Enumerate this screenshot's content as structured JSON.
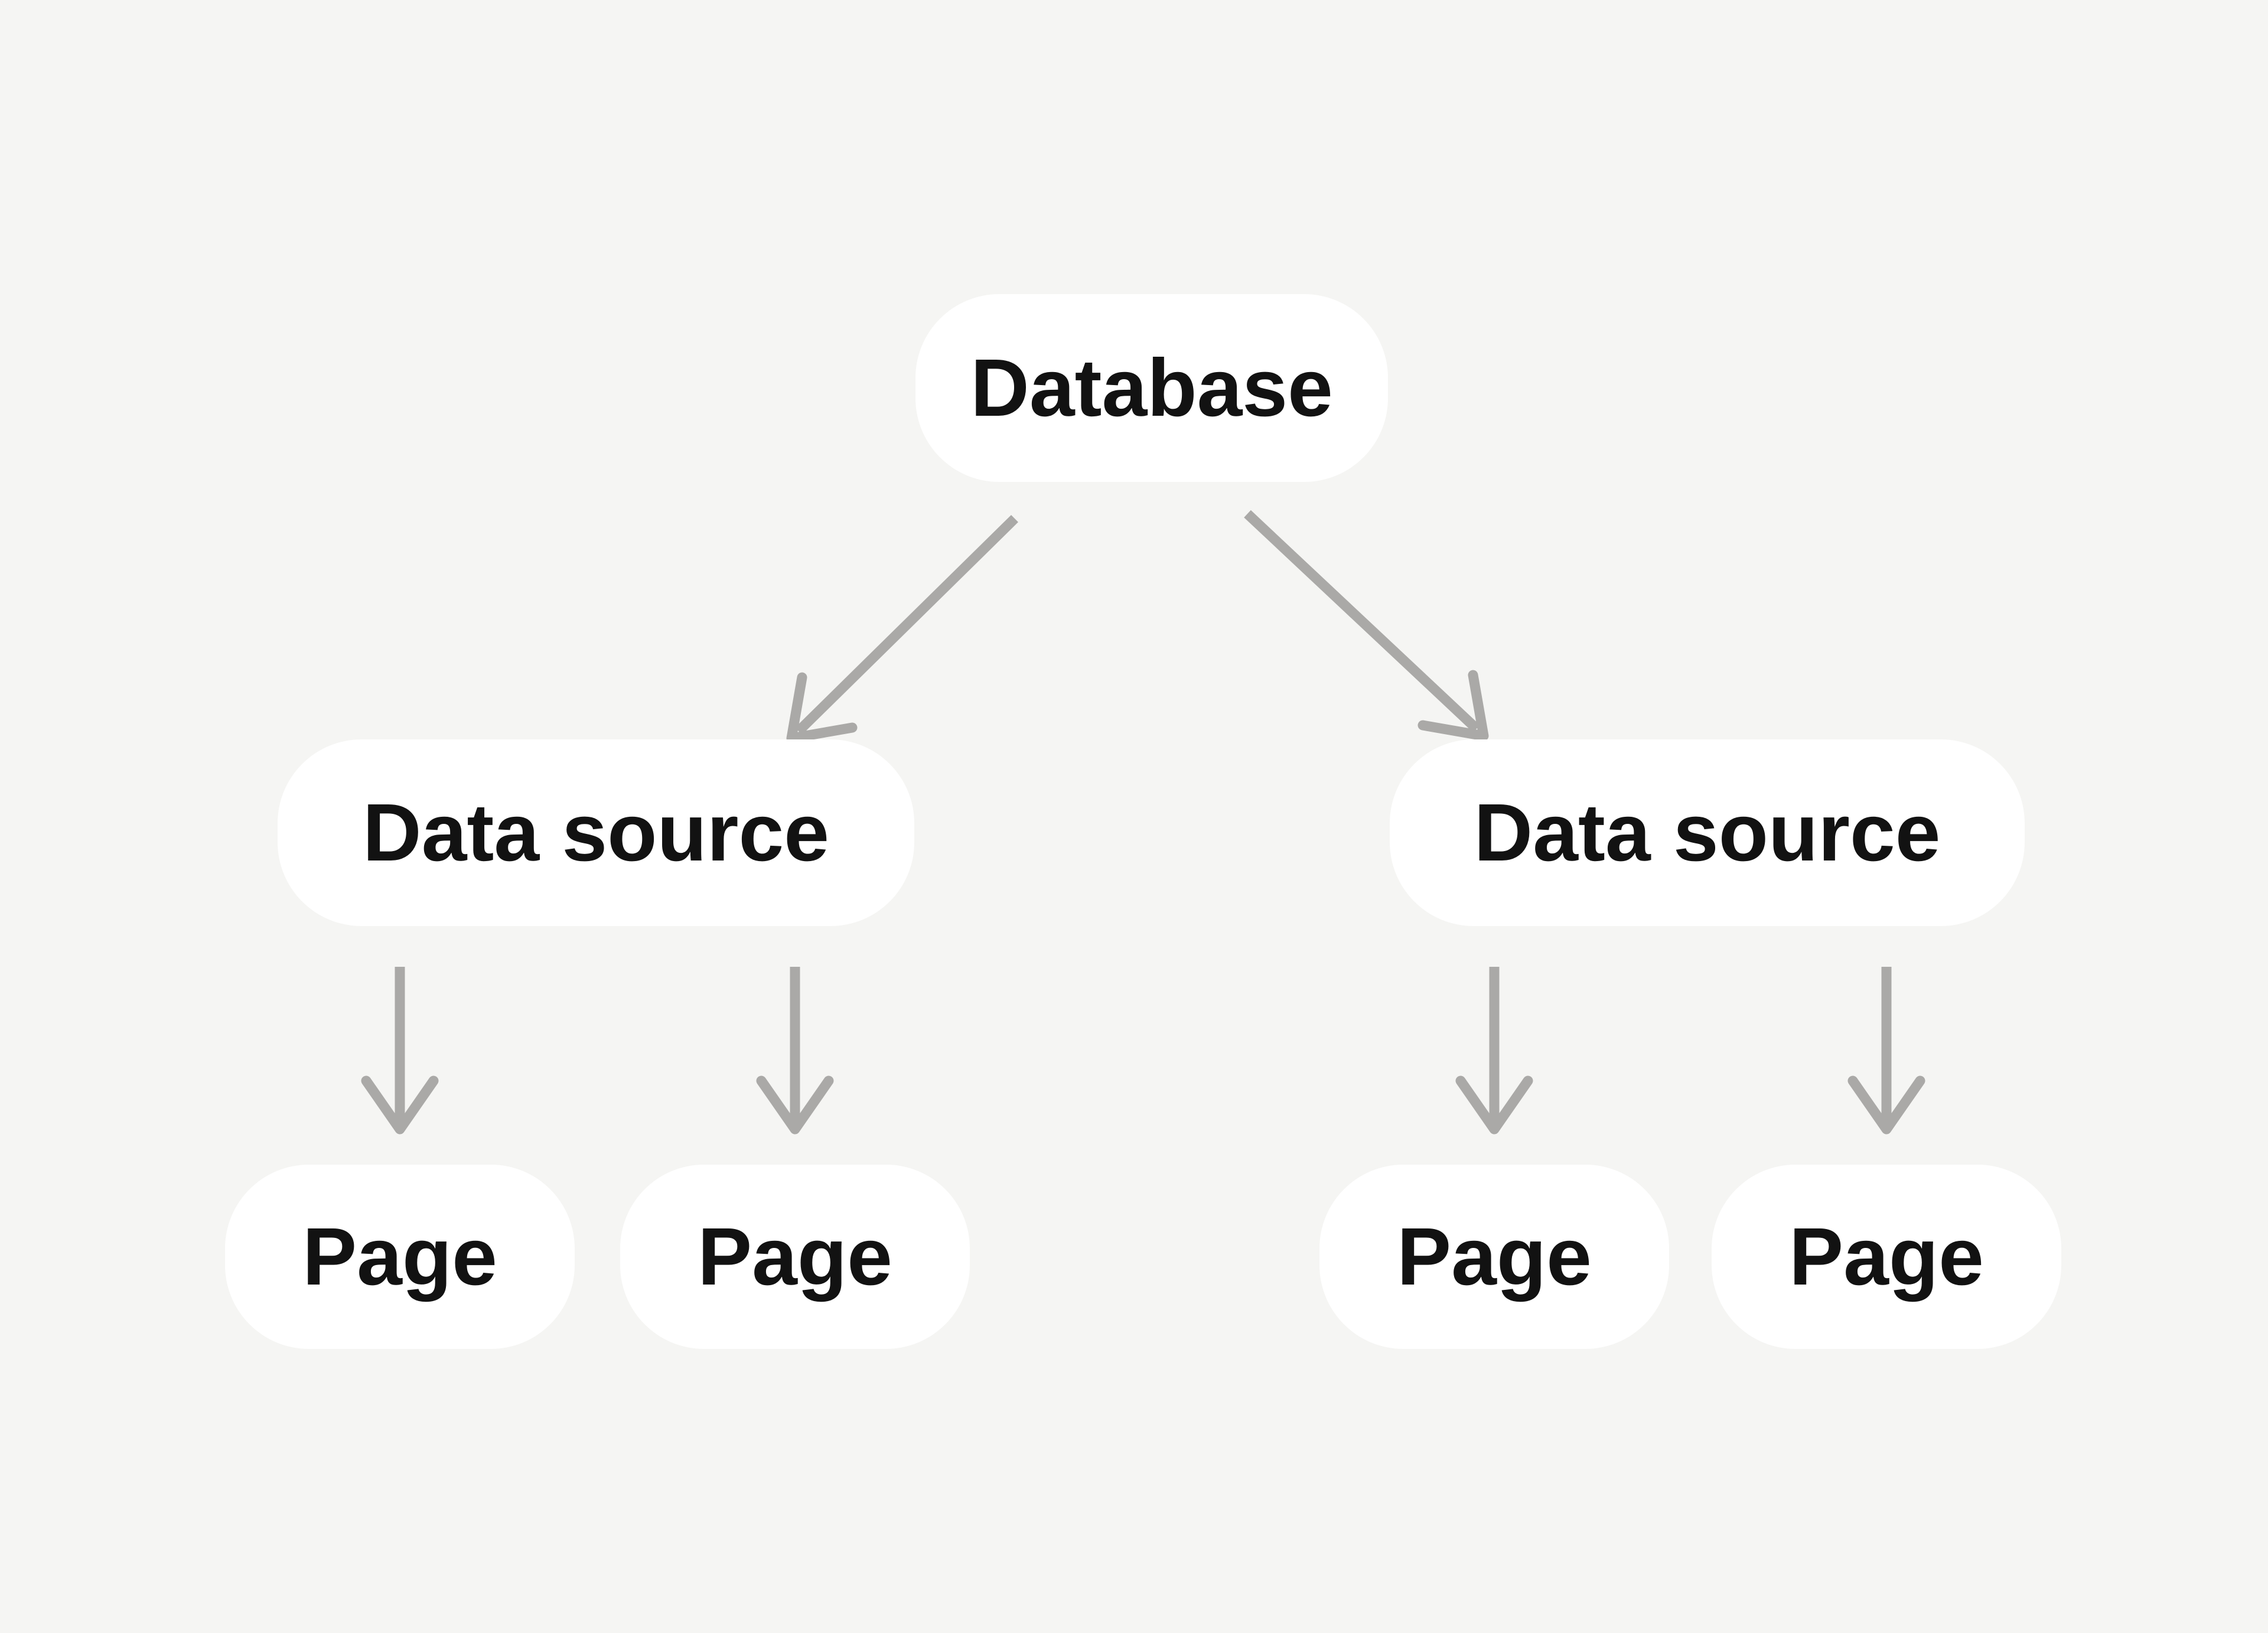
{
  "colors": {
    "background": "#f5f5f3",
    "node_fill": "#ffffff",
    "text_color": "#121212",
    "arrow_color": "#aaa9a7"
  },
  "diagram": {
    "type": "tree-hierarchy",
    "nodes": {
      "database": {
        "label": "Database"
      },
      "data_source_left": {
        "label": "Data source"
      },
      "data_source_right": {
        "label": "Data source"
      },
      "page_1": {
        "label": "Page"
      },
      "page_2": {
        "label": "Page"
      },
      "page_3": {
        "label": "Page"
      },
      "page_4": {
        "label": "Page"
      }
    },
    "edges": [
      {
        "from": "database",
        "to": "data_source_left",
        "style": "diagonal-arrow"
      },
      {
        "from": "database",
        "to": "data_source_right",
        "style": "diagonal-arrow"
      },
      {
        "from": "data_source_left",
        "to": "page_1",
        "style": "vertical-arrow"
      },
      {
        "from": "data_source_left",
        "to": "page_2",
        "style": "vertical-arrow"
      },
      {
        "from": "data_source_right",
        "to": "page_3",
        "style": "vertical-arrow"
      },
      {
        "from": "data_source_right",
        "to": "page_4",
        "style": "vertical-arrow"
      }
    ]
  }
}
